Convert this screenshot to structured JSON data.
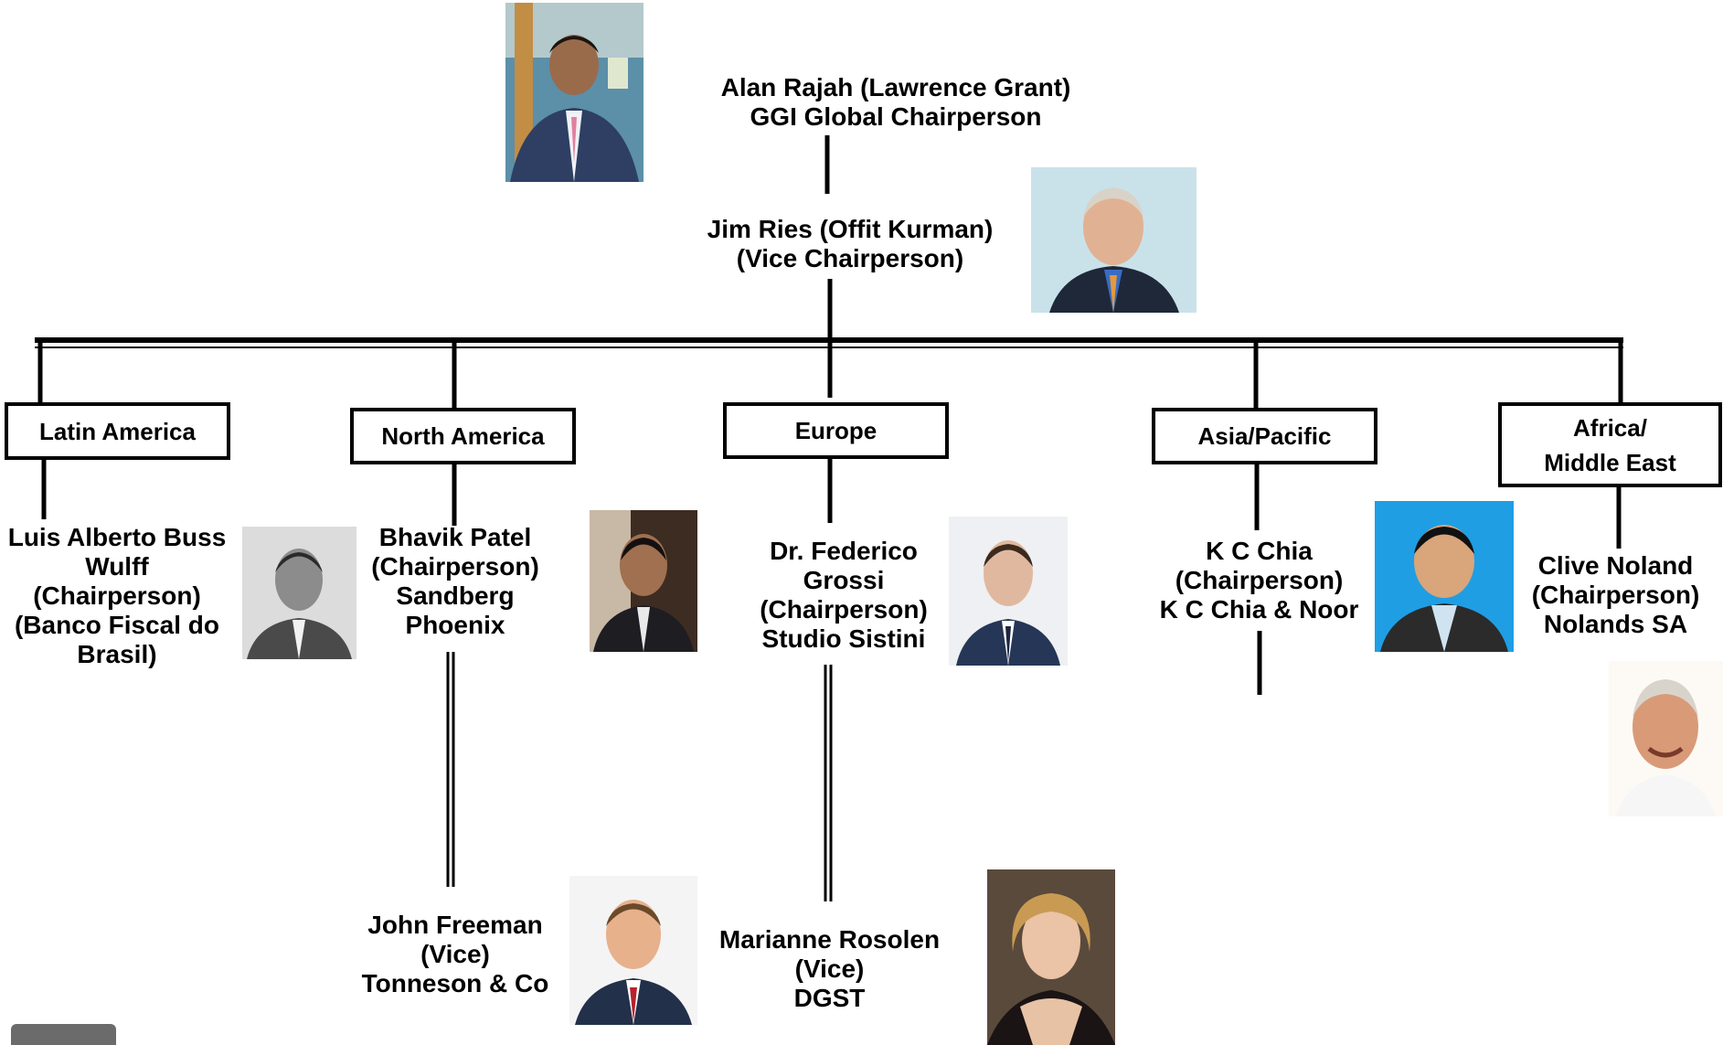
{
  "chair": {
    "name": "Alan Rajah (Lawrence Grant)",
    "role": "GGI Global Chairperson"
  },
  "vice": {
    "name": "Jim Ries (Offit Kurman)",
    "role": "(Vice Chairperson)"
  },
  "regions": [
    {
      "label": "Latin America",
      "people": [
        {
          "lines": [
            "Luis Alberto Buss",
            "Wulff",
            "(Chairperson)",
            "(Banco Fiscal do",
            "Brasil)"
          ]
        }
      ]
    },
    {
      "label": "North America",
      "people": [
        {
          "lines": [
            "Bhavik Patel",
            "(Chairperson)",
            "Sandberg",
            "Phoenix"
          ]
        },
        {
          "lines": [
            "John Freeman",
            "(Vice)",
            "Tonneson & Co"
          ]
        }
      ]
    },
    {
      "label": "Europe",
      "people": [
        {
          "lines": [
            "Dr. Federico",
            "Grossi",
            "(Chairperson)",
            "Studio Sistini"
          ]
        },
        {
          "lines": [
            "Marianne Rosolen",
            "(Vice)",
            "DGST"
          ]
        }
      ]
    },
    {
      "label": "Asia/Pacific",
      "people": [
        {
          "lines": [
            "K C Chia",
            "(Chairperson)",
            "K C Chia & Noor"
          ]
        }
      ]
    },
    {
      "label_lines": [
        "Africa/",
        "Middle East"
      ],
      "people": [
        {
          "lines": [
            "Clive Noland",
            "(Chairperson)",
            "Nolands  SA"
          ]
        }
      ]
    }
  ]
}
